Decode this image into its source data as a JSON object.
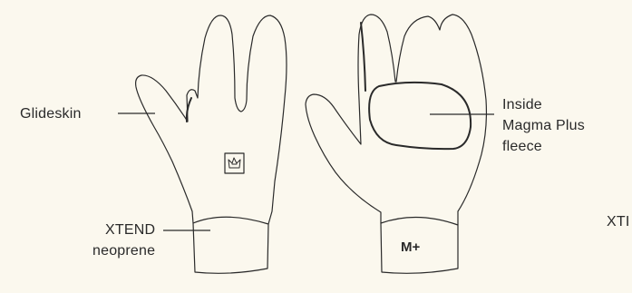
{
  "labels": {
    "glideskin": "Glideskin",
    "inside": [
      "Inside",
      "Magma Plus",
      "fleece"
    ],
    "xtend": [
      "XTEND",
      "neoprene"
    ],
    "xtend_cut": "XTI"
  },
  "logo_text": "M+",
  "colors": {
    "background": "#fbf8ee",
    "stroke": "#2a2a2a"
  }
}
